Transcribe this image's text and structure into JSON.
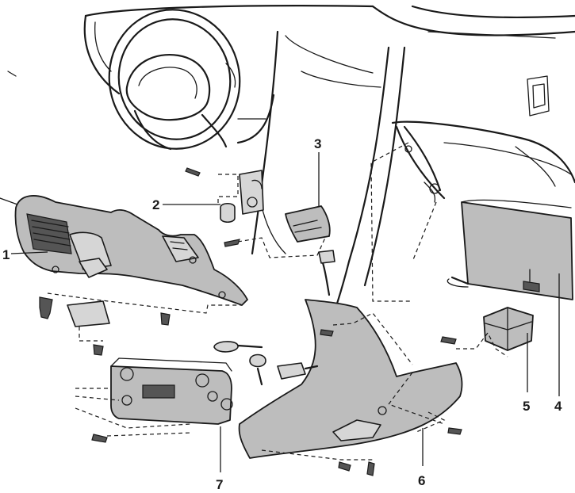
{
  "callouts": [
    {
      "id": "1",
      "text": "1"
    },
    {
      "id": "2",
      "text": "2"
    },
    {
      "id": "3",
      "text": "3"
    },
    {
      "id": "4",
      "text": "4"
    },
    {
      "id": "5",
      "text": "5"
    },
    {
      "id": "6",
      "text": "6"
    },
    {
      "id": "7",
      "text": "7"
    }
  ],
  "colors": {
    "line": "#1a1a1a",
    "part_fill": "#bdbdbd",
    "background": "#ffffff"
  }
}
